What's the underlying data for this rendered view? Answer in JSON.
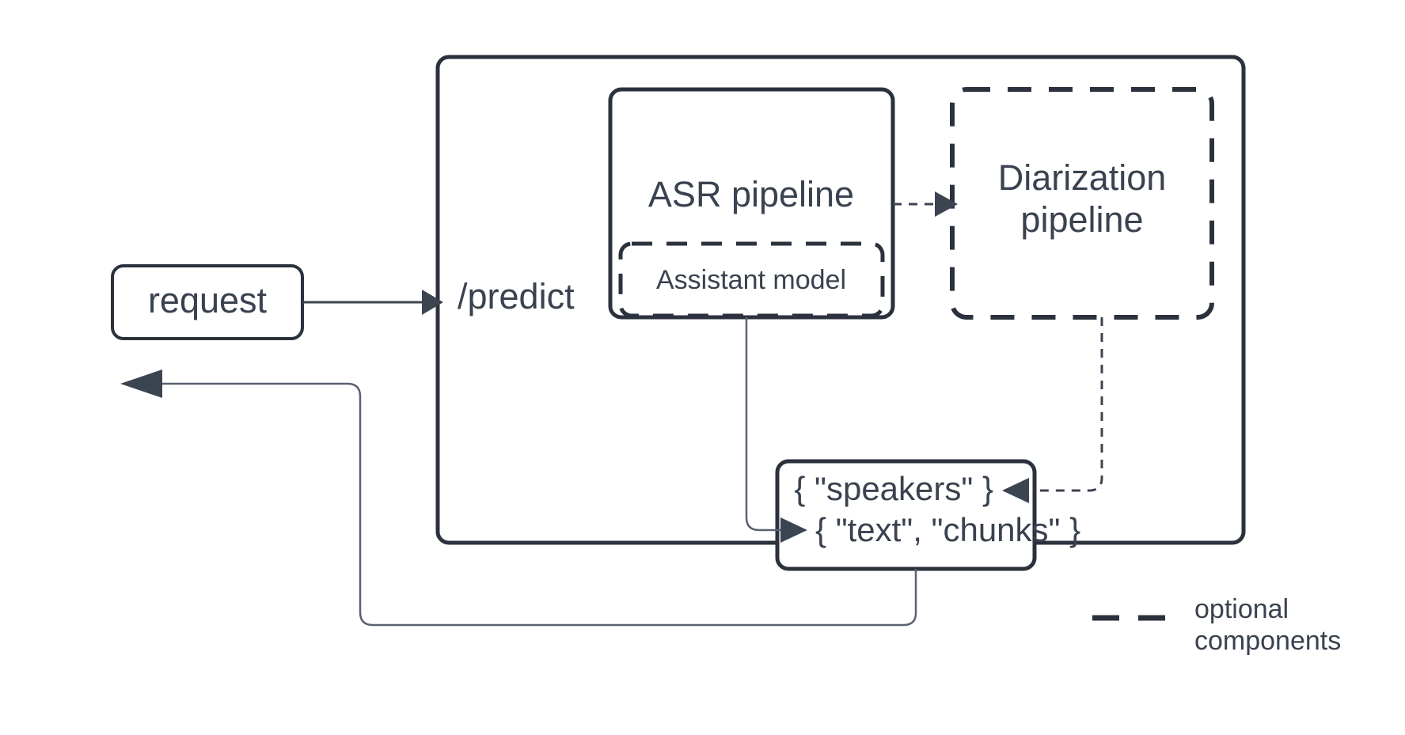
{
  "diagram": {
    "title_nodes": {
      "request": "request",
      "predict": "/predict",
      "asr_pipeline": "ASR pipeline",
      "assistant_model": "Assistant model",
      "diarization_pipeline_line1": "Diarization",
      "diarization_pipeline_line2": "pipeline",
      "output_speakers": "{ \"speakers\" }",
      "output_text_chunks": "{ \"text\", \"chunks\" }"
    },
    "legend": {
      "label_line1": "optional",
      "label_line2": "components",
      "style": "dashed"
    },
    "colors": {
      "stroke": "#2b323d",
      "edge": "#3c4452",
      "text": "#3a4250",
      "background": "#ffffff"
    },
    "edges": [
      {
        "name": "request-to-predict",
        "from": "request",
        "to": "/predict",
        "style": "solid",
        "arrow": "right"
      },
      {
        "name": "asr-to-diarization",
        "from": "ASR pipeline",
        "to": "Diarization pipeline",
        "style": "dashed",
        "arrow": "right"
      },
      {
        "name": "asr-to-output-text",
        "from": "ASR pipeline",
        "to": "{ \"text\", \"chunks\" }",
        "style": "solid",
        "arrow": "right"
      },
      {
        "name": "diarization-to-output-speakers",
        "from": "Diarization pipeline",
        "to": "{ \"speakers\" }",
        "style": "dashed",
        "arrow": "left"
      },
      {
        "name": "output-to-response",
        "from": "output",
        "to": "response",
        "style": "solid",
        "arrow": "left"
      }
    ]
  }
}
